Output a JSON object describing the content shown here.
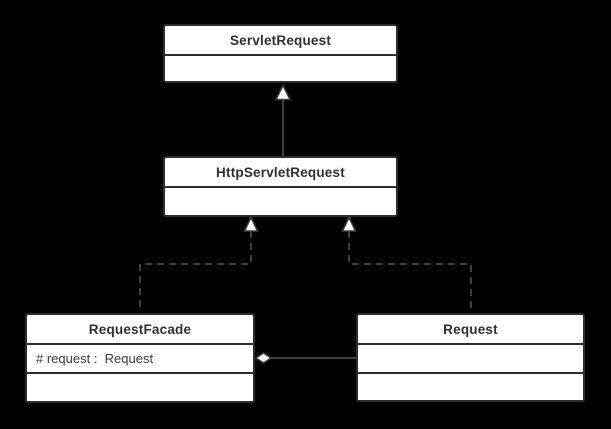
{
  "diagram": {
    "kind": "uml-class-diagram",
    "colors": {
      "background": "#000000",
      "node_fill": "#ffffff",
      "node_border": "#2d2d2d",
      "connector": "#3f3f3f",
      "marker_fill": "#fbfbfb",
      "text": "#303030"
    },
    "classes": [
      {
        "name": "ServletRequest",
        "fields": []
      },
      {
        "name": "HttpServletRequest",
        "fields": []
      },
      {
        "name": "RequestFacade",
        "fields": [
          "# request :  Request"
        ]
      },
      {
        "name": "Request",
        "fields": []
      }
    ],
    "relations": [
      {
        "type": "generalization",
        "from": "HttpServletRequest",
        "to": "ServletRequest",
        "line": "solid",
        "marker": "hollow-triangle"
      },
      {
        "type": "realization",
        "from": "RequestFacade",
        "to": "HttpServletRequest",
        "line": "dashed",
        "marker": "hollow-triangle"
      },
      {
        "type": "realization",
        "from": "Request",
        "to": "HttpServletRequest",
        "line": "dashed",
        "marker": "hollow-triangle"
      },
      {
        "type": "aggregation",
        "from": "Request",
        "to": "RequestFacade",
        "line": "solid",
        "marker": "hollow-diamond"
      }
    ]
  }
}
